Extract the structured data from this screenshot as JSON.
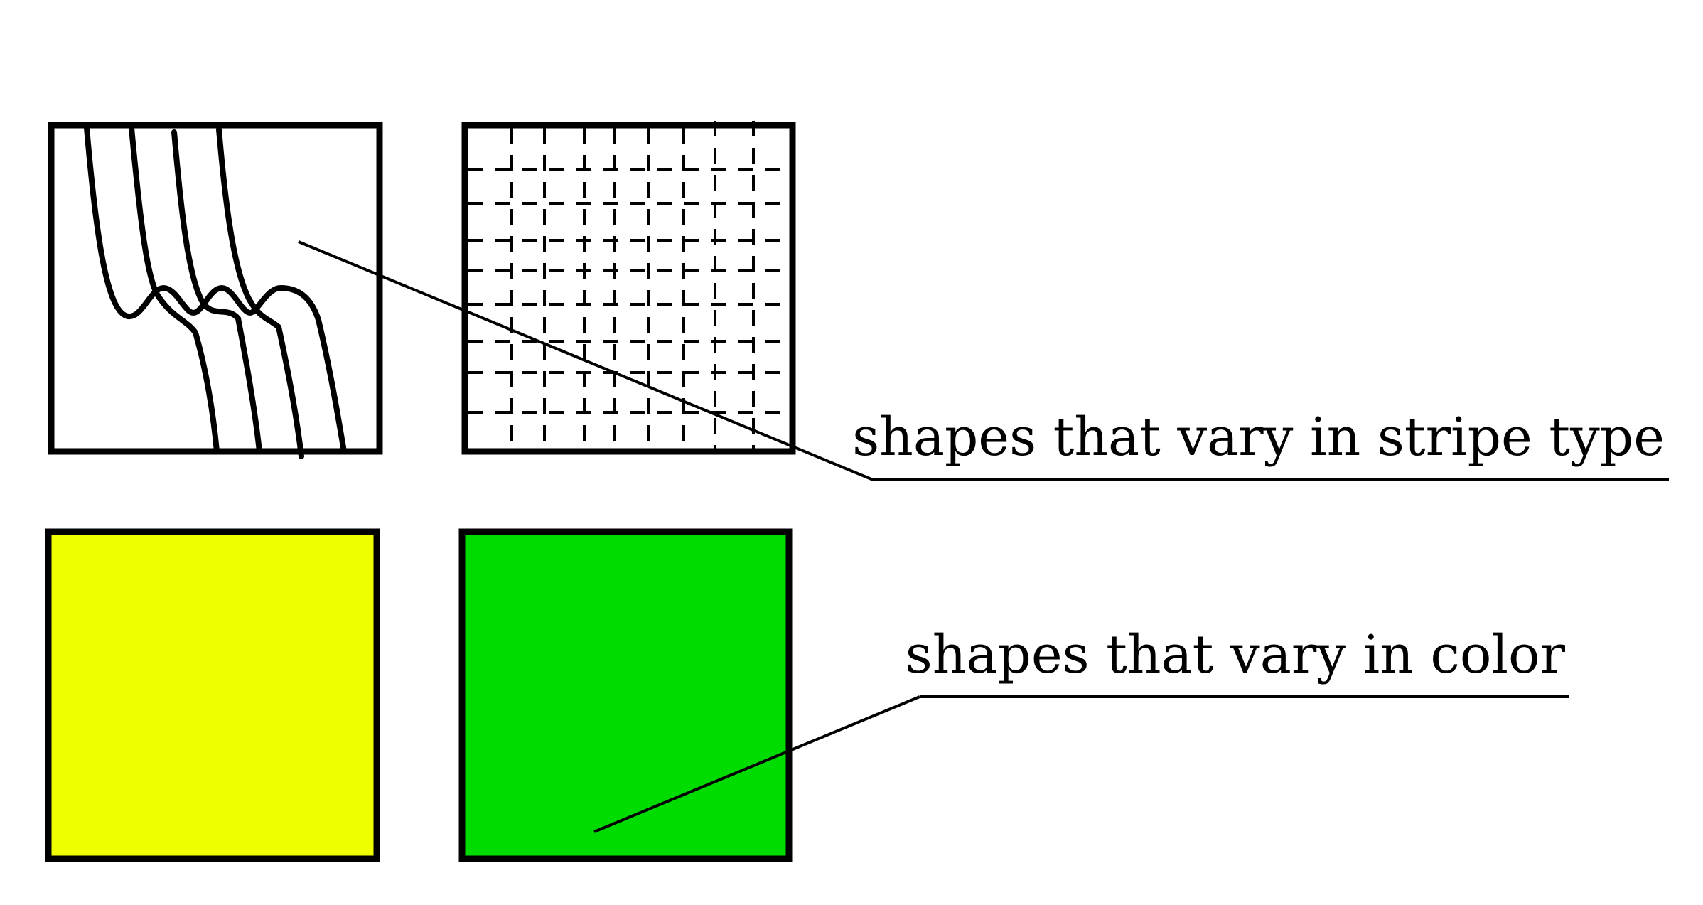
{
  "labels": {
    "stripe": "shapes that vary in stripe type",
    "color": "shapes that vary in color"
  },
  "shapes": {
    "wavy_stripes": {
      "fill": "#ffffff",
      "pattern": "wavy-crossing-lines"
    },
    "dashed_grid": {
      "fill": "#ffffff",
      "pattern": "dashed-grid"
    },
    "yellow_square": {
      "fill": "#f0ff00"
    },
    "green_square": {
      "fill": "#00dc00"
    }
  },
  "stroke_color": "#000000"
}
